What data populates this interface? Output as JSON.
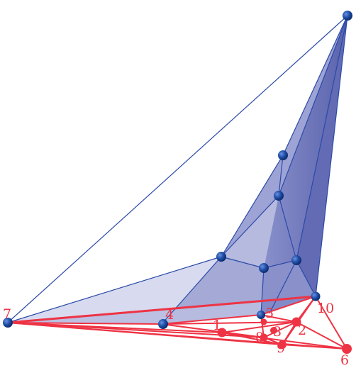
{
  "colors": {
    "background": "#ffffff",
    "polytope_fill_light": "#d6d9ee",
    "polytope_fill_mid": "#9aa0d2",
    "polytope_fill_dark": "#5f68b4",
    "polytope_edge": "#2b4aa8",
    "polytope_vertex": "#1e4fa8",
    "graph_red": "#ee3344",
    "label_red": "#ee3344"
  },
  "icons": {
    "blue_vertex": "sphere-node",
    "red_vertex": "disc-node"
  },
  "labels": {
    "v1": "1",
    "v2": "2",
    "v3": "3",
    "v4": "4",
    "v5": "5",
    "v6": "6",
    "v7": "7",
    "v8": "8",
    "v9": "9",
    "v10": "10"
  }
}
